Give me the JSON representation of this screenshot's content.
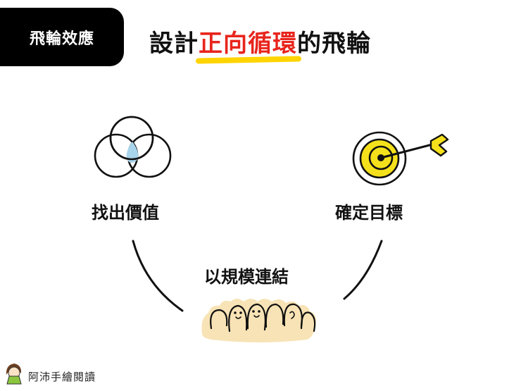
{
  "tag": {
    "label": "飛輪效應"
  },
  "title": {
    "prefix": "設計",
    "highlight": "正向循環",
    "suffix": "的飛輪"
  },
  "steps": {
    "left": "找出價值",
    "right": "確定目標",
    "bottom": "以規模連結"
  },
  "footer": {
    "author": "阿沛手繪閱讀"
  },
  "colors": {
    "highlight_text": "#e8251c",
    "underline": "#ffd400",
    "target_fill": "#f5e11b",
    "crowd_fill": "#f7e3b5"
  }
}
